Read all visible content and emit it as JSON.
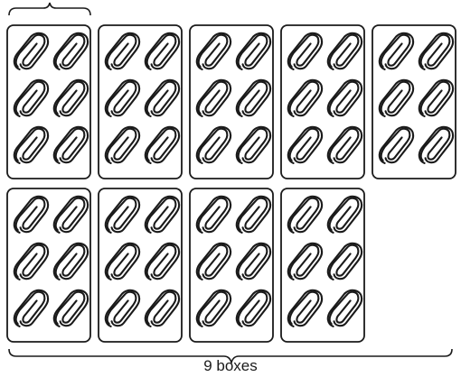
{
  "diagram": {
    "total_boxes": 9,
    "clips_per_box": 6,
    "rows": [
      5,
      4
    ],
    "caption": "9 boxes",
    "colors": {
      "stroke": "#1a1a1a",
      "fill": "#ffffff"
    },
    "icon": "paper-clip-icon"
  }
}
